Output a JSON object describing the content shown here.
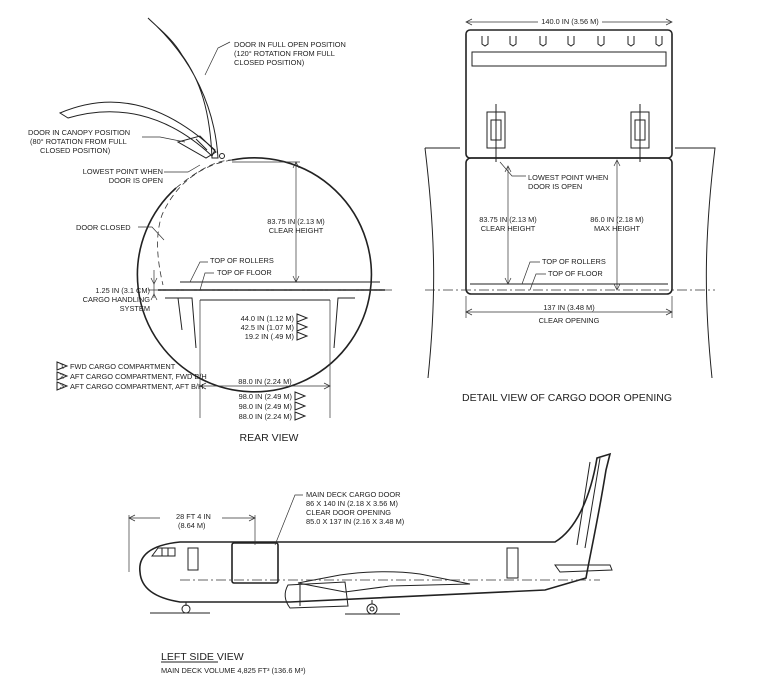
{
  "rear_view": {
    "door_full_open": [
      "DOOR IN FULL OPEN POSITION",
      "(120° ROTATION FROM FULL",
      "CLOSED POSITION)"
    ],
    "door_canopy": [
      "DOOR IN CANOPY POSITION",
      "(80° ROTATION FROM FULL",
      "CLOSED POSITION)"
    ],
    "lowest_point": [
      "LOWEST POINT WHEN",
      "DOOR IS OPEN"
    ],
    "door_closed": "DOOR CLOSED",
    "clear_height": [
      "83.75 IN (2.13 M)",
      "CLEAR HEIGHT"
    ],
    "top_of_rollers": "TOP OF ROLLERS",
    "top_of_floor": "TOP OF FLOOR",
    "cargo_handling": [
      "1.25 IN (3.1 CM)",
      "CARGO HANDLING",
      "SYSTEM"
    ],
    "lower_dims": [
      "44.0 IN (1.12 M)",
      "42.5 IN (1.07 M)",
      "19.2 IN (.49 M)"
    ],
    "lower_tags": [
      "1",
      "2",
      "3"
    ],
    "width_dim": "88.0 IN (2.24 M)",
    "bottom_dims": [
      "98.0 IN (2.49 M)",
      "98.0 IN (2.49 M)",
      "88.0 IN (2.24 M)"
    ],
    "legend": [
      "FWD CARGO COMPARTMENT",
      "AFT CARGO COMPARTMENT, FWD B/H",
      "AFT CARGO COMPARTMENT, AFT B/H"
    ],
    "title": "REAR VIEW"
  },
  "detail_view": {
    "width_dim": "140.0 IN (3.56 M)",
    "lowest_point": [
      "LOWEST POINT WHEN",
      "DOOR IS OPEN"
    ],
    "clear_height": [
      "83.75 IN (2.13 M)",
      "CLEAR HEIGHT"
    ],
    "max_height": [
      "86.0 IN (2.18 M)",
      "MAX HEIGHT"
    ],
    "top_of_rollers": "TOP OF ROLLERS",
    "top_of_floor": "TOP OF FLOOR",
    "clear_opening": [
      "137 IN (3.48 M)",
      "CLEAR OPENING"
    ],
    "title": "DETAIL VIEW OF CARGO DOOR OPENING"
  },
  "side_view": {
    "dim_28ft": [
      "28 FT 4 IN",
      "(8.64 M)"
    ],
    "door_label": [
      "MAIN DECK CARGO DOOR",
      "86 X 140 IN (2.18 X 3.56 M)",
      "CLEAR DOOR OPENING",
      "85.0 X 137 IN (2.16 X 3.48 M)"
    ],
    "title": "LEFT SIDE VIEW",
    "volume": "MAIN DECK VOLUME 4,825 FT³ (136.6 M³)"
  }
}
